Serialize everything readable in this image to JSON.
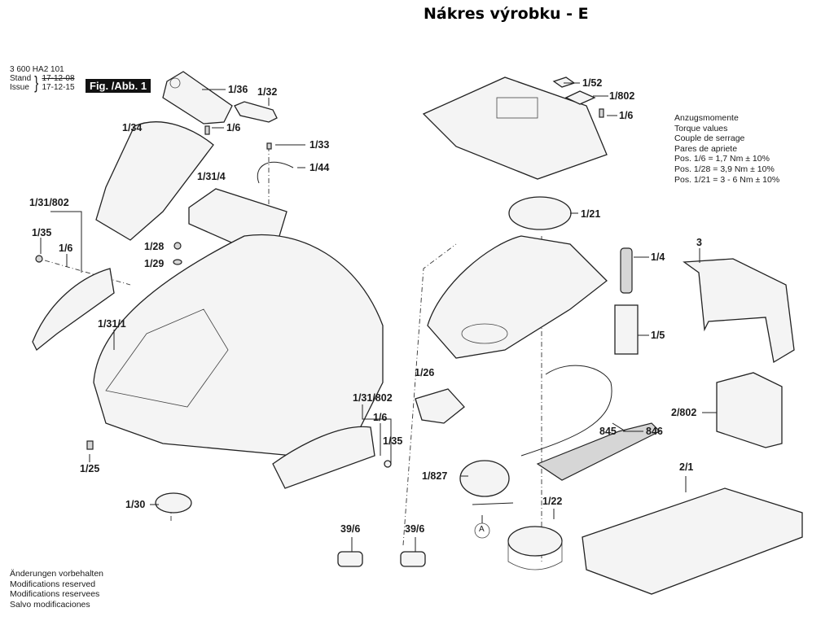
{
  "title": "Nákres výrobku - E",
  "document": {
    "number": "3 600 HA2 101",
    "stand_label": "Stand",
    "issue_label": "Issue",
    "old_date": "17-12-08",
    "new_date": "17-12-15",
    "figure_label": "Fig. /Abb. 1"
  },
  "torque": {
    "lines": [
      "Anzugsmomente",
      "Torque values",
      "Couple de serrage",
      "Pares de apriete"
    ],
    "values": [
      "Pos. 1/6   = 1,7 Nm  ± 10%",
      "Pos. 1/28 = 3,9 Nm  ± 10%",
      "Pos. 1/21 = 3 - 6 Nm  ± 10%"
    ]
  },
  "footer": [
    "Änderungen vorbehalten",
    "Modifications reserved",
    "Modifications reservees",
    "Salvo modificaciones"
  ],
  "parts": {
    "p1_36": "1/36",
    "p1_32": "1/32",
    "p1_6a": "1/6",
    "p1_33": "1/33",
    "p1_44": "1/44",
    "p1_34": "1/34",
    "p1_31_4": "1/31/4",
    "p1_31_802a": "1/31/802",
    "p1_35a": "1/35",
    "p1_6b": "1/6",
    "p1_28": "1/28",
    "p1_29": "1/29",
    "p1_31_1": "1/31/1",
    "p1_25": "1/25",
    "p1_30": "1/30",
    "p1_31_802b": "1/31/802",
    "p1_6c": "1/6",
    "p1_35b": "1/35",
    "p1_52": "1/52",
    "p1_802": "1/802",
    "p1_6d": "1/6",
    "p1_21": "1/21",
    "p1_4": "1/4",
    "p1_5": "1/5",
    "p3": "3",
    "p1_26": "1/26",
    "p2_802": "2/802",
    "p845": "845",
    "p846": "846",
    "p1_827": "1/827",
    "p1_22": "1/22",
    "p2_1": "2/1",
    "p39_6a": "39/6",
    "p39_6b": "39/6",
    "pA": "A"
  }
}
